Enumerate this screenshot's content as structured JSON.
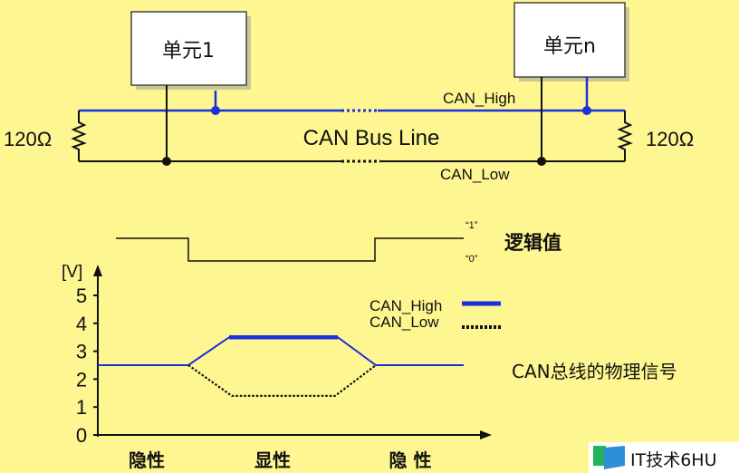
{
  "bus": {
    "unit1_label": "单元1",
    "unitn_label": "单元n",
    "bus_label": "CAN Bus Line",
    "high_label": "CAN_High",
    "low_label": "CAN_Low",
    "resistor_left": "120Ω",
    "resistor_right": "120Ω"
  },
  "logic": {
    "one_label": "“1”",
    "zero_label": "“0”",
    "title": "逻辑值"
  },
  "signal": {
    "y_unit": "[V]",
    "y_ticks": [
      "0",
      "1",
      "2",
      "3",
      "4",
      "5"
    ],
    "legend_high": "CAN_High",
    "legend_low": "CAN_Low",
    "title": "CAN总线的物理信号",
    "x_labels": [
      "隐性",
      "显性",
      "隐 性"
    ],
    "recessive_v": 2.5,
    "dominant_high_v": 3.5,
    "dominant_low_v": 1.4
  },
  "colors": {
    "background": "#FEF690",
    "high": "#1a2fe0",
    "low": "#111111"
  },
  "watermark": {
    "text": "IT技术6HU"
  }
}
